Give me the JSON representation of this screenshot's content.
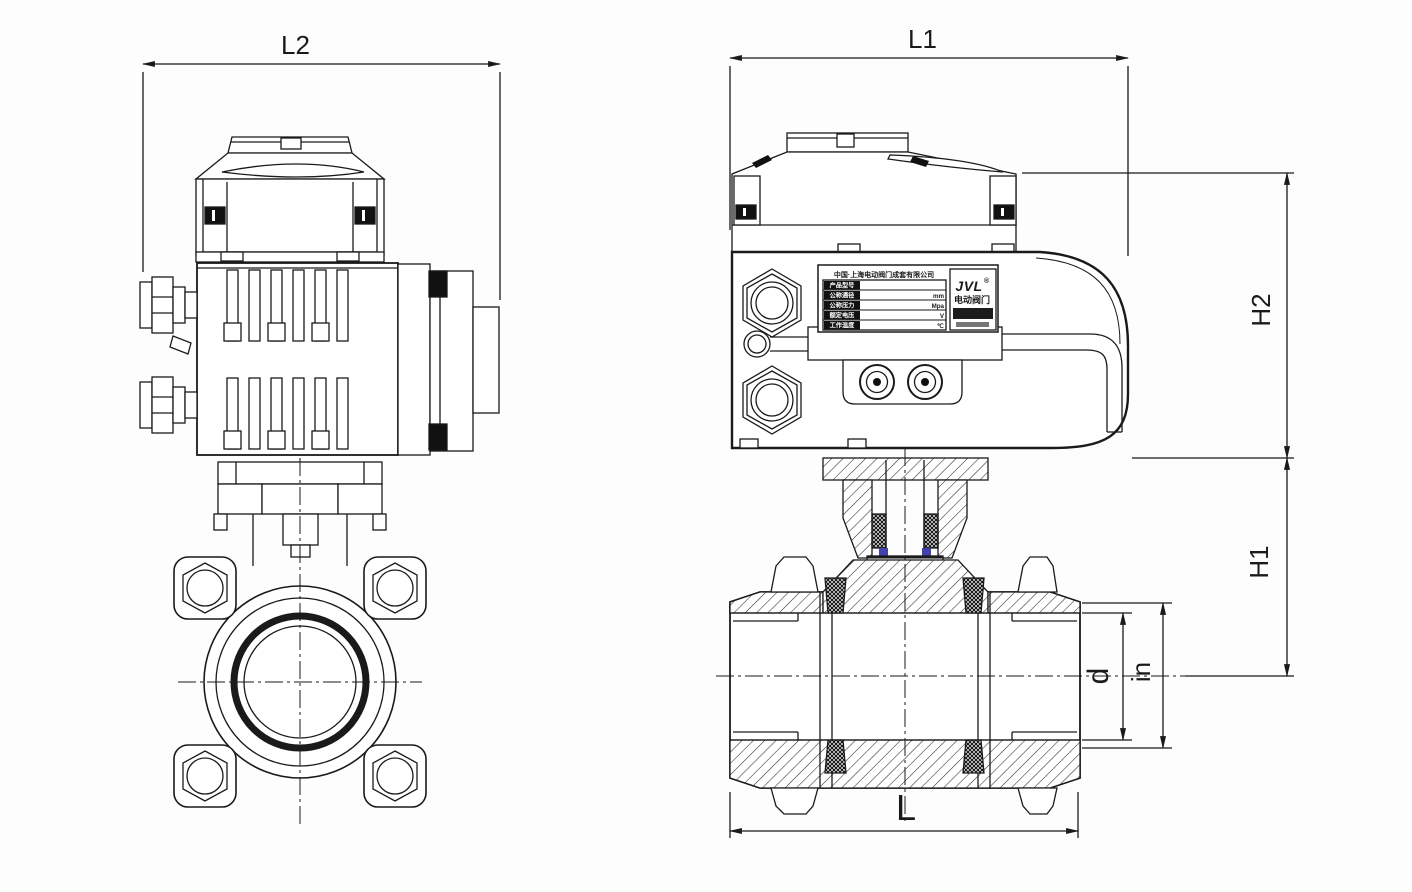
{
  "drawing_title": "Electric actuator ball valve dimensional drawing",
  "dimensions": {
    "l2": "L2",
    "l1": "L1",
    "h2": "H2",
    "h1": "H1",
    "d": "d",
    "inch": "in",
    "l": "L"
  },
  "nameplate": {
    "header": "中国·上海电动阀门成套有限公司",
    "rows": [
      {
        "label": "产品型号",
        "unit": ""
      },
      {
        "label": "公称通径",
        "unit": "mm"
      },
      {
        "label": "公称压力",
        "unit": "Mpa"
      },
      {
        "label": "额定电压",
        "unit": "V"
      },
      {
        "label": "工作温度",
        "unit": "℃"
      }
    ],
    "brand": "JVL",
    "brand_mark": "®",
    "brand_sub": "电动阀门"
  }
}
